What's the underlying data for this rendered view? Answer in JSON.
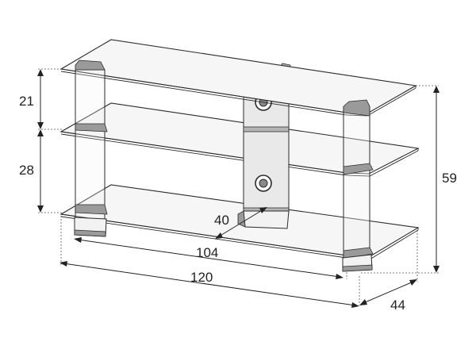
{
  "dimensions": {
    "shelf_gap_top": "21",
    "shelf_gap_bottom": "28",
    "total_height": "59",
    "depth_inner": "40",
    "width_inner": "104",
    "width_total": "120",
    "depth_total": "44"
  }
}
